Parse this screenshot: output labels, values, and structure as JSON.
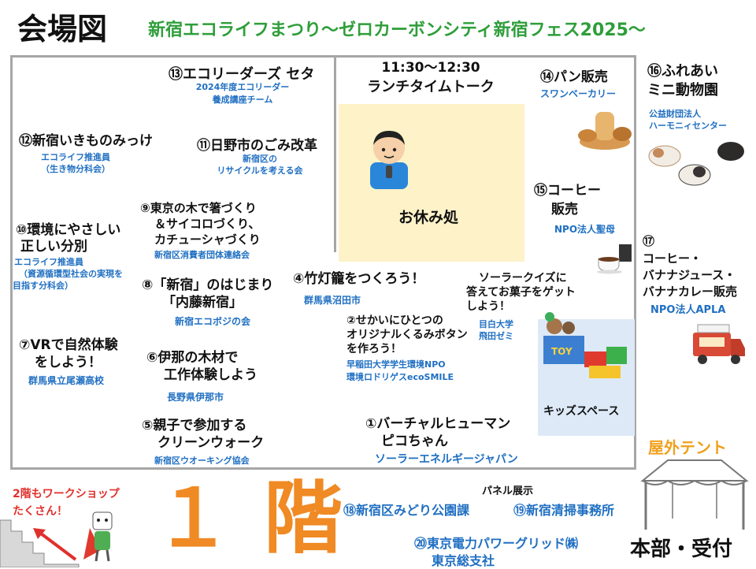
{
  "header": {
    "map_title": "会場図",
    "event_title": "新宿エコライフまつり～ゼロカーボンシティ新宿フェス2025～"
  },
  "lunch": {
    "time": "11:30～12:30",
    "name": "ランチタイムトーク"
  },
  "rest_area": {
    "label": "お休み処"
  },
  "kids_space": {
    "label": "キッズスペース"
  },
  "booths": {
    "b13": {
      "name": "⑬エコリーダーズ セタ",
      "org_line1": "2024年度エコリーダー",
      "org_line2": "養成講座チーム"
    },
    "b12": {
      "name": "⑫新宿いきものみっけ",
      "org_line1": "エコライフ推進員",
      "org_line2": "（生き物分科会）"
    },
    "b11": {
      "name": "⑪日野市のごみ改革",
      "org_line1": "新宿区の",
      "org_line2": "リサイクルを考える会"
    },
    "b9": {
      "line1": "⑨東京の木で箸づくり",
      "line2": "＆サイコロづくり、",
      "line3": "カチューシャづくり",
      "org": "新宿区消費者団体連絡会"
    },
    "b10": {
      "line1": "⑩環境にやさしい",
      "line2": "正しい分別",
      "org_line1": "エコライフ推進員",
      "org_line2": "（資源循環型社会の実現を",
      "org_line3": "目指す分科会）"
    },
    "b8": {
      "line1": "⑧「新宿」のはじまり",
      "line2": "「内藤新宿」",
      "org": "新宿エコボジの会"
    },
    "b4": {
      "name": "④竹灯籠をつくろう！",
      "org": "群馬県沼田市"
    },
    "b2": {
      "line1": "②せかいにひとつの",
      "line2": "オリジナルくるみボタン",
      "line3": "を作ろう！",
      "org_line1": "早稲田大学学生環境NPO",
      "org_line2": "環境ロドリゲスecoSMILE"
    },
    "b7": {
      "line1": "⑦VRで自然体験",
      "line2": "をしよう！",
      "org": "群馬県立尾瀬高校"
    },
    "b6": {
      "line1": "⑥伊那の木材で",
      "line2": "工作体験しよう",
      "org": "長野県伊那市"
    },
    "b5": {
      "line1": "⑤親子で参加する",
      "line2": "クリーンウォーク",
      "org": "新宿区ウオーキング協会"
    },
    "b1": {
      "line1": "①バーチャルヒューマン",
      "line2": "ピコちゃん",
      "org": "ソーラーエネルギージャパン"
    },
    "quiz": {
      "line1": "ソーラークイズに",
      "line2": "答えてお菓子をゲット",
      "line3": "しよう！",
      "org_line1": "目白大学",
      "org_line2": "飛田ゼミ"
    },
    "b14": {
      "name": "⑭パン販売",
      "org": "スワンベーカリー"
    },
    "b15": {
      "line1": "⑮コーヒー",
      "line2": "販売",
      "org": "NPO法人聖母"
    },
    "b16": {
      "line1": "⑯ふれあい",
      "line2": "ミニ動物園",
      "org_line1": "公益財団法人",
      "org_line2": "ハーモニィセンター"
    },
    "b17": {
      "num": "⑰",
      "line1": "コーヒー・",
      "line2": "バナナジュース・",
      "line3": "バナナカレー販売",
      "org": "NPO法人APLA"
    }
  },
  "floor": {
    "label": "１階",
    "workshop_note_line1": "2階もワークショップ",
    "workshop_note_line2": "たくさん！"
  },
  "outdoor": {
    "tent_label": "屋外テント",
    "reception": "本部・受付"
  },
  "panels": {
    "heading": "パネル展示",
    "p18": "⑱新宿区みどり公園課",
    "p19": "⑲新宿清掃事務所",
    "p20_line1": "⑳東京電力パワーグリッド㈱",
    "p20_line2": "東京総支社"
  },
  "colors": {
    "event_title": "#2e9e3a",
    "org_text": "#1f6fc2",
    "floor_label": "#f08a24",
    "workshop_note": "#e0302c",
    "tent_label": "#f0a01c",
    "rest_area_bg": "#fdf2c8",
    "kids_area_bg": "#dde9f7"
  },
  "icons": [
    "speaker-illustration-icon",
    "bread-icon",
    "coffee-icon",
    "guinea-pig-icon",
    "toy-box-icon",
    "food-truck-icon",
    "tent-icon",
    "stairs-icon",
    "mascot-icon"
  ]
}
